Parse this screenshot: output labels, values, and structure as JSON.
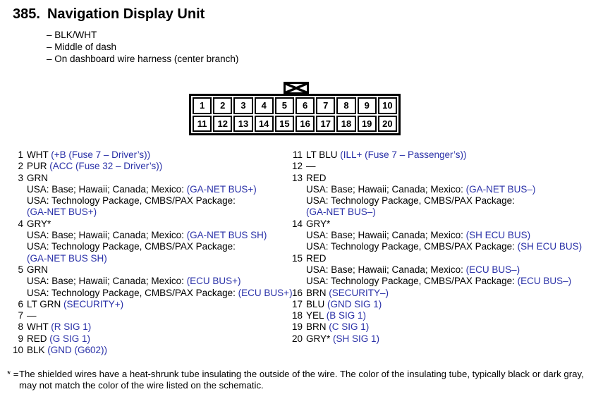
{
  "colors": {
    "accent_blue": "#2a31a8",
    "text": "#000000",
    "background": "#ffffff"
  },
  "header": {
    "number": "385.",
    "title": "Navigation Display Unit",
    "bullets": [
      "– BLK/WHT",
      "– Middle of dash",
      "– On dashboard wire harness (center branch)"
    ]
  },
  "connector": {
    "rows": [
      [
        "1",
        "2",
        "3",
        "4",
        "5",
        "6",
        "7",
        "8",
        "9",
        "10"
      ],
      [
        "11",
        "12",
        "13",
        "14",
        "15",
        "16",
        "17",
        "18",
        "19",
        "20"
      ]
    ]
  },
  "pins_left": [
    {
      "num": "1",
      "lines": [
        [
          {
            "text": "WHT ",
            "blue": false
          },
          {
            "text": "(+B (Fuse 7 – Driver’s))",
            "blue": true
          }
        ]
      ]
    },
    {
      "num": "2",
      "lines": [
        [
          {
            "text": "PUR ",
            "blue": false
          },
          {
            "text": "(ACC (Fuse 32 – Driver’s))",
            "blue": true
          }
        ]
      ]
    },
    {
      "num": "3",
      "lines": [
        [
          {
            "text": "GRN",
            "blue": false
          }
        ],
        [
          {
            "text": "USA: Base; Hawaii; Canada; Mexico: ",
            "blue": false
          },
          {
            "text": "(GA-NET BUS+)",
            "blue": true
          }
        ],
        [
          {
            "text": "USA: Technology Package, CMBS/PAX Package:",
            "blue": false
          }
        ],
        [
          {
            "text": "(GA-NET BUS+)",
            "blue": true
          }
        ]
      ]
    },
    {
      "num": "4",
      "lines": [
        [
          {
            "text": "GRY*",
            "blue": false
          }
        ],
        [
          {
            "text": "USA: Base; Hawaii; Canada; Mexico: ",
            "blue": false
          },
          {
            "text": "(GA-NET BUS SH)",
            "blue": true
          }
        ],
        [
          {
            "text": "USA: Technology Package, CMBS/PAX Package:",
            "blue": false
          }
        ],
        [
          {
            "text": "(GA-NET BUS SH)",
            "blue": true
          }
        ]
      ]
    },
    {
      "num": "5",
      "lines": [
        [
          {
            "text": "GRN",
            "blue": false
          }
        ],
        [
          {
            "text": "USA: Base; Hawaii; Canada; Mexico: ",
            "blue": false
          },
          {
            "text": "(ECU BUS+)",
            "blue": true
          }
        ],
        [
          {
            "text": "USA: Technology Package, CMBS/PAX Package: ",
            "blue": false
          },
          {
            "text": "(ECU BUS+)",
            "blue": true
          }
        ]
      ]
    },
    {
      "num": "6",
      "lines": [
        [
          {
            "text": "LT GRN ",
            "blue": false
          },
          {
            "text": "(SECURITY+)",
            "blue": true
          }
        ]
      ]
    },
    {
      "num": "7",
      "lines": [
        [
          {
            "text": "—",
            "blue": false
          }
        ]
      ]
    },
    {
      "num": "8",
      "lines": [
        [
          {
            "text": "WHT ",
            "blue": false
          },
          {
            "text": "(R SIG 1)",
            "blue": true
          }
        ]
      ]
    },
    {
      "num": "9",
      "lines": [
        [
          {
            "text": "RED ",
            "blue": false
          },
          {
            "text": "(G SIG 1)",
            "blue": true
          }
        ]
      ]
    },
    {
      "num": "10",
      "lines": [
        [
          {
            "text": "BLK ",
            "blue": false
          },
          {
            "text": "(GND (G602))",
            "blue": true
          }
        ]
      ]
    }
  ],
  "pins_right": [
    {
      "num": "11",
      "lines": [
        [
          {
            "text": "LT BLU ",
            "blue": false
          },
          {
            "text": "(ILL+ (Fuse 7 – Passenger’s))",
            "blue": true
          }
        ]
      ]
    },
    {
      "num": "12",
      "lines": [
        [
          {
            "text": "—",
            "blue": false
          }
        ]
      ]
    },
    {
      "num": "13",
      "lines": [
        [
          {
            "text": "RED",
            "blue": false
          }
        ],
        [
          {
            "text": "USA: Base; Hawaii; Canada; Mexico: ",
            "blue": false
          },
          {
            "text": "(GA-NET BUS–)",
            "blue": true
          }
        ],
        [
          {
            "text": "USA: Technology Package, CMBS/PAX Package:",
            "blue": false
          }
        ],
        [
          {
            "text": "(GA-NET BUS–)",
            "blue": true
          }
        ]
      ]
    },
    {
      "num": "14",
      "lines": [
        [
          {
            "text": "GRY*",
            "blue": false
          }
        ],
        [
          {
            "text": "USA: Base; Hawaii; Canada; Mexico: ",
            "blue": false
          },
          {
            "text": "(SH ECU BUS)",
            "blue": true
          }
        ],
        [
          {
            "text": "USA: Technology Package, CMBS/PAX Package: ",
            "blue": false
          },
          {
            "text": "(SH ECU BUS)",
            "blue": true
          }
        ]
      ]
    },
    {
      "num": "15",
      "lines": [
        [
          {
            "text": "RED",
            "blue": false
          }
        ],
        [
          {
            "text": "USA: Base; Hawaii; Canada; Mexico: ",
            "blue": false
          },
          {
            "text": "(ECU BUS–)",
            "blue": true
          }
        ],
        [
          {
            "text": "USA: Technology Package, CMBS/PAX Package: ",
            "blue": false
          },
          {
            "text": "(ECU BUS–)",
            "blue": true
          }
        ]
      ]
    },
    {
      "num": "16",
      "lines": [
        [
          {
            "text": "BRN ",
            "blue": false
          },
          {
            "text": "(SECURITY–)",
            "blue": true
          }
        ]
      ]
    },
    {
      "num": "17",
      "lines": [
        [
          {
            "text": "BLU ",
            "blue": false
          },
          {
            "text": "(GND SIG 1)",
            "blue": true
          }
        ]
      ]
    },
    {
      "num": "18",
      "lines": [
        [
          {
            "text": "YEL ",
            "blue": false
          },
          {
            "text": "(B SIG 1)",
            "blue": true
          }
        ]
      ]
    },
    {
      "num": "19",
      "lines": [
        [
          {
            "text": "BRN ",
            "blue": false
          },
          {
            "text": "(C SIG 1)",
            "blue": true
          }
        ]
      ]
    },
    {
      "num": "20",
      "lines": [
        [
          {
            "text": "GRY* ",
            "blue": false
          },
          {
            "text": "(SH SIG 1)",
            "blue": true
          }
        ]
      ]
    }
  ],
  "footnote": {
    "marker": "* =",
    "lines": [
      "The shielded wires have a heat-shrunk tube insulating the outside of the wire. The color of the insulating tube, typically black or dark gray,",
      "may not match the color of the wire listed on the schematic."
    ]
  }
}
